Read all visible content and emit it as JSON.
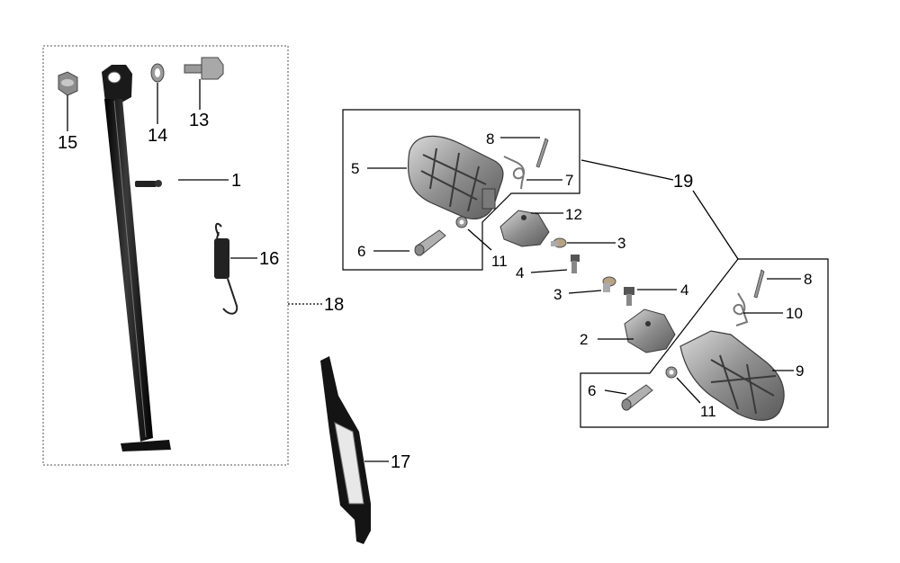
{
  "callouts": {
    "c1": "1",
    "c2": "2",
    "c3a": "3",
    "c3b": "3",
    "c4a": "4",
    "c4b": "4",
    "c5": "5",
    "c6a": "6",
    "c6b": "6",
    "c7": "7",
    "c8a": "8",
    "c8b": "8",
    "c9": "9",
    "c10": "10",
    "c11a": "11",
    "c11b": "11",
    "c12": "12",
    "c13": "13",
    "c14": "14",
    "c15": "15",
    "c16": "16",
    "c17": "17",
    "c18": "18",
    "c19": "19"
  },
  "colors": {
    "line": "#000000",
    "stand_black": "#151515",
    "metal_gray": "#8c8c8c",
    "metal_dark": "#555555",
    "background": "#ffffff"
  }
}
